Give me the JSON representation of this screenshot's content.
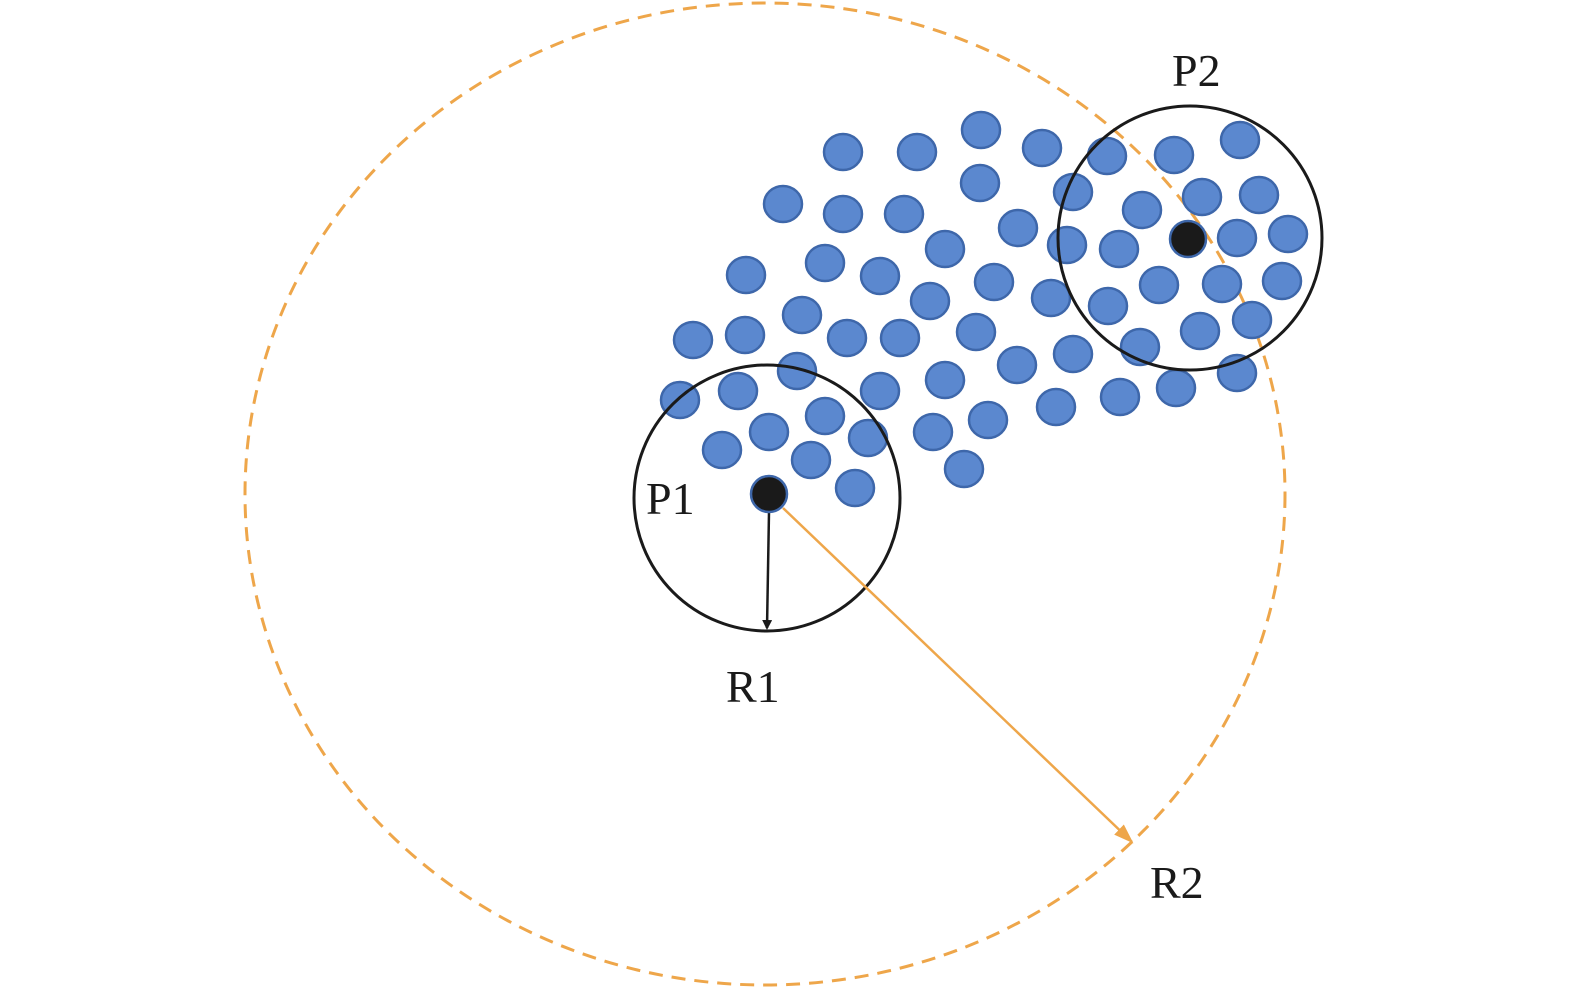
{
  "labels": {
    "p1": "P1",
    "p2": "P2",
    "r1": "R1",
    "r2": "R2"
  },
  "colors": {
    "point_fill": "#5b88cf",
    "point_stroke": "#3e67aa",
    "center_fill": "#1a1a1a",
    "neighborhood_circle": "#1a1a1a",
    "large_radius": "#eea64a"
  }
}
